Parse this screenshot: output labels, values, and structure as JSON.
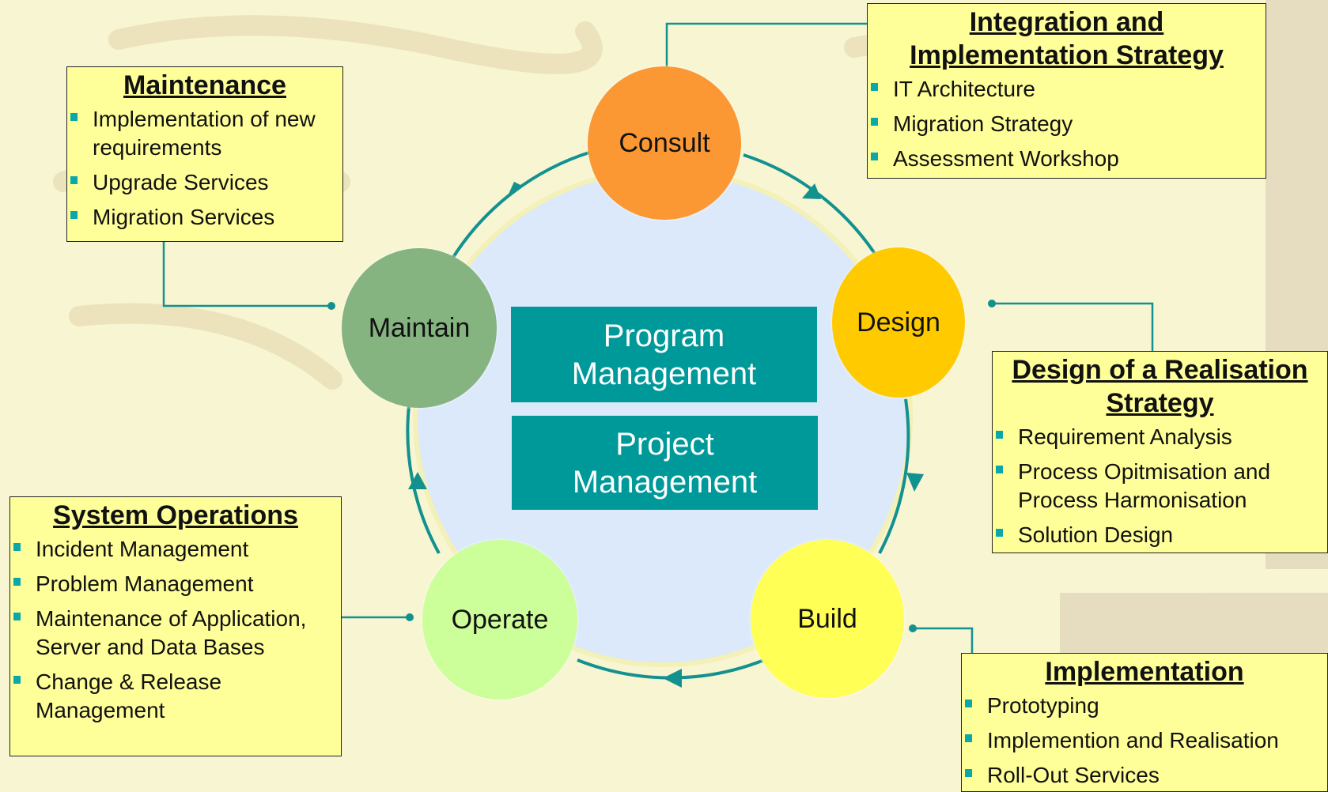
{
  "center": {
    "program": "Program\nManagement",
    "project": "Project\nManagement"
  },
  "nodes": {
    "consult": "Consult",
    "design": "Design",
    "build": "Build",
    "operate": "Operate",
    "maintain": "Maintain"
  },
  "boxes": {
    "maintenance": {
      "title": "Maintenance",
      "items": [
        "Implementation of new requirements",
        "Upgrade Services",
        "Migration Services"
      ]
    },
    "integration": {
      "title": "Integration and Implementation Strategy",
      "items": [
        "IT Architecture",
        "Migration Strategy",
        "Assessment Workshop"
      ]
    },
    "design": {
      "title": "Design of a Realisation Strategy",
      "items": [
        "Requirement Analysis",
        "Process Opitmisation and Process Harmonisation",
        "Solution Design"
      ]
    },
    "implementation": {
      "title": "Implementation",
      "items": [
        "Prototyping",
        "Implemention and Realisation",
        "Roll-Out Services"
      ]
    },
    "operations": {
      "title": "System Operations",
      "items": [
        "Incident Management",
        "Problem Management",
        "Maintenance of Application, Server and Data Bases",
        "Change & Release Management"
      ]
    }
  },
  "colors": {
    "background": "#f7f5d2",
    "teal": "#009999",
    "box_fill": "#ffff99",
    "consult": "#fb9834",
    "design": "#ffcb00",
    "build": "#ffff55",
    "operate": "#ccff99",
    "maintain": "#85b481",
    "cycle_fill": "#dbe9fa"
  }
}
